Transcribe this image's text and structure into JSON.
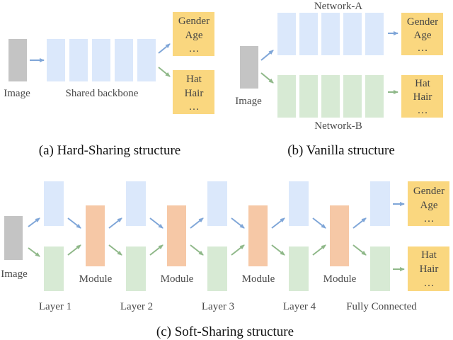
{
  "colors": {
    "image_block": "#c4c4c4",
    "blue_block": "#dbe8fb",
    "green_block": "#d7ead4",
    "module_block": "#f6c8a6",
    "attr_box": "#fad77f",
    "arrow_blue": "#7fa6d8",
    "arrow_green": "#8fb889"
  },
  "attr_groups": {
    "top": [
      "Gender",
      "Age",
      "…"
    ],
    "bottom": [
      "Hat",
      "Hair",
      "…"
    ]
  },
  "hard": {
    "image_label": "Image",
    "backbone_label": "Shared backbone",
    "caption": "(a)  Hard-Sharing structure"
  },
  "vanilla": {
    "image_label": "Image",
    "network_a": "Network-A",
    "network_b": "Network-B",
    "caption": "(b)  Vanilla structure"
  },
  "soft": {
    "image_label": "Image",
    "module_label": "Module",
    "layer_labels": [
      "Layer 1",
      "Layer 2",
      "Layer 3",
      "Layer 4",
      "Fully Connected"
    ],
    "caption": "(c)  Soft-Sharing structure"
  }
}
